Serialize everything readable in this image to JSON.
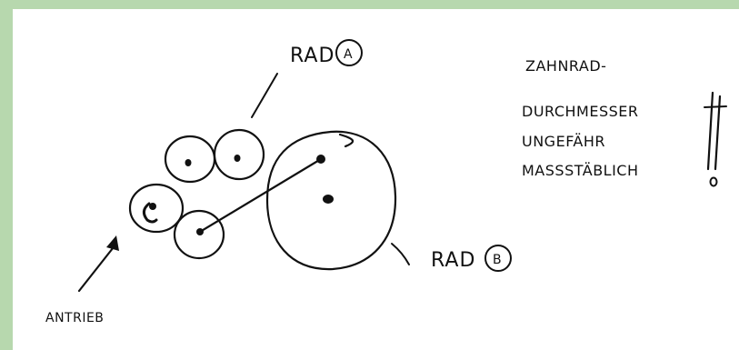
{
  "labels": {
    "wheel_a": "RAD",
    "wheel_a_letter": "A",
    "wheel_b": "RAD",
    "wheel_b_letter": "B",
    "drive": "ANTRIEB",
    "note_line1": "ZAHNRAD-",
    "note_line2": "DURCHMESSER",
    "note_line3": "UNGEFÄHR",
    "note_line4": "MASSSTÄBLICH"
  },
  "colors": {
    "ink": "#111111",
    "border": "#b7d8ae",
    "paper": "#ffffff"
  }
}
